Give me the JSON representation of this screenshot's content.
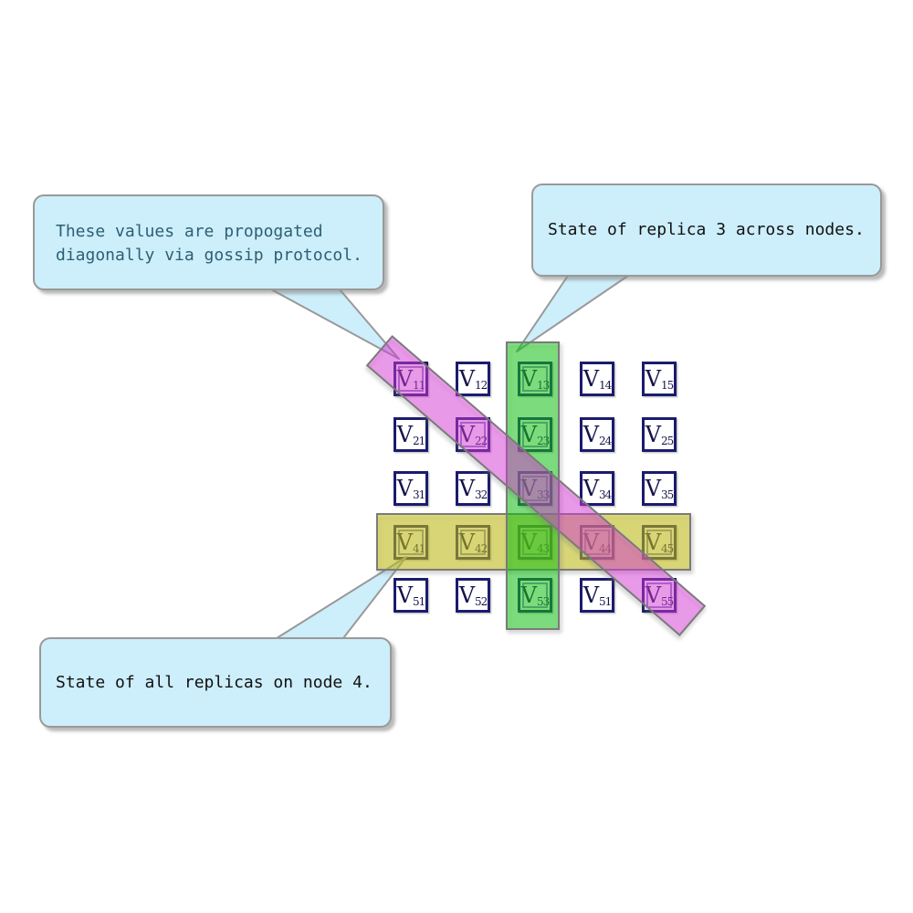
{
  "callouts": [
    {
      "id": "gossip",
      "lines": [
        "These values are propogated",
        "diagonally via gossip protocol."
      ],
      "text_color": "#2e5f72"
    },
    {
      "id": "replica",
      "lines": [
        "State of replica 3 across nodes."
      ],
      "text_color": "#111111"
    },
    {
      "id": "node",
      "lines": [
        "State of all replicas on node 4."
      ],
      "text_color": "#111111"
    }
  ],
  "matrix": {
    "symbol": "V",
    "rows": [
      [
        "11",
        "12",
        "13",
        "14",
        "15"
      ],
      [
        "21",
        "22",
        "23",
        "24",
        "25"
      ],
      [
        "31",
        "32",
        "33",
        "34",
        "35"
      ],
      [
        "41",
        "42",
        "43",
        "44",
        "45"
      ],
      [
        "51",
        "52",
        "53",
        "51",
        "55"
      ]
    ]
  },
  "highlights": {
    "column_band": {
      "column": 3,
      "color": "#00d200",
      "opacity": 0.45,
      "label": "replica-3-column"
    },
    "row_band": {
      "row": 4,
      "color": "#cdc800",
      "opacity": 0.48,
      "label": "node-4-row"
    },
    "diagonal_band": {
      "color": "#eb28eb",
      "opacity": 0.4,
      "label": "gossip-diagonal"
    }
  },
  "colors": {
    "callout_fill": "#cdeefb",
    "callout_border": "#999999",
    "band_border": "#7a7a7a",
    "cell_border": "#1b1b6e",
    "cell_text": "#14144b"
  }
}
